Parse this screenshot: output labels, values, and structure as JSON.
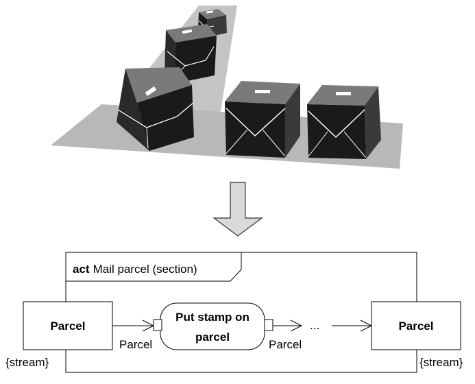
{
  "frame": {
    "keyword": "act",
    "title": "Mail parcel (section)"
  },
  "left_node": {
    "label": "Parcel",
    "constraint": "{stream}"
  },
  "action": {
    "line1": "Put stamp on",
    "line2": "parcel",
    "input_pin_label": "Parcel",
    "output_pin_label": "Parcel"
  },
  "continuation": "...",
  "right_node": {
    "label": "Parcel",
    "constraint": "{stream}"
  },
  "colors": {
    "box_dark": "#1a1a1a",
    "box_top": "#7a7a7a",
    "box_side": "#3a3a3a",
    "conveyor": "#b8b8b8",
    "arrow_fill": "#d9d9d9",
    "stroke": "#000000"
  }
}
